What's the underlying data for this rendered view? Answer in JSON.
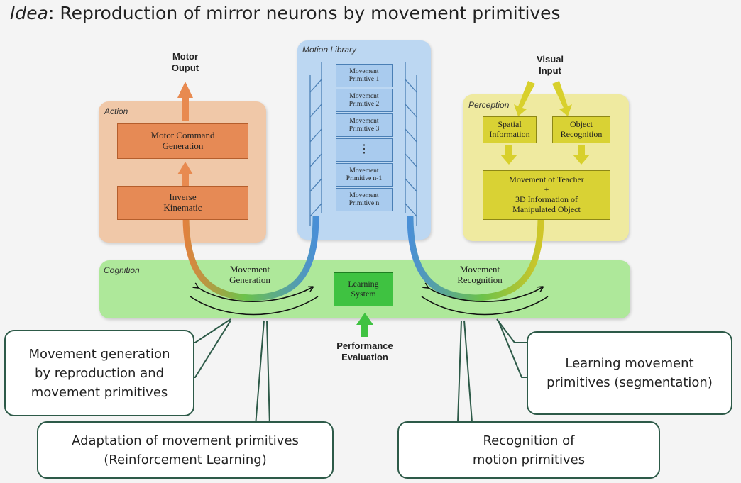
{
  "title": {
    "prefix": "Idea",
    "rest": ": Reproduction of mirror neurons by movement primitives"
  },
  "motor_output": "Motor\nOuput",
  "visual_input": "Visual\nInput",
  "action": {
    "label": "Action",
    "motor_command": "Motor Command\nGeneration",
    "inverse_kinematic": "Inverse\nKinematic"
  },
  "motion_library": {
    "label": "Motion Library",
    "primitives": [
      "Movement\nPrimitive 1",
      "Movement\nPrimitive 2",
      "Movement\nPrimitive 3",
      "⋮",
      "Movement\nPrimitive n-1",
      "Movement\nPrimitive n"
    ]
  },
  "perception": {
    "label": "Perception",
    "spatial": "Spatial\nInformation",
    "object": "Object\nRecognition",
    "teacher": "Movement of Teacher\n+\n3D Information of\nManipulated Object"
  },
  "cognition": {
    "label": "Cognition",
    "movement_generation": "Movement\nGeneration",
    "movement_recognition": "Movement\nRecognition",
    "learning_system": "Learning\nSystem"
  },
  "performance_evaluation": "Performance\nEvaluation",
  "callouts": {
    "generation": "Movement generation\nby reproduction and\nmovement primitives",
    "adaptation": "Adaptation of movement primitives\n(Reinforcement Learning)",
    "recognition": "Recognition of\nmotion primitives",
    "learning": "Learning movement\nprimitives (segmentation)"
  },
  "colors": {
    "action": "#f0c8a8",
    "motion_library": "#bcd7f2",
    "perception": "#efeaa0",
    "cognition": "#aee89a",
    "callout_border": "#2d5a48"
  }
}
